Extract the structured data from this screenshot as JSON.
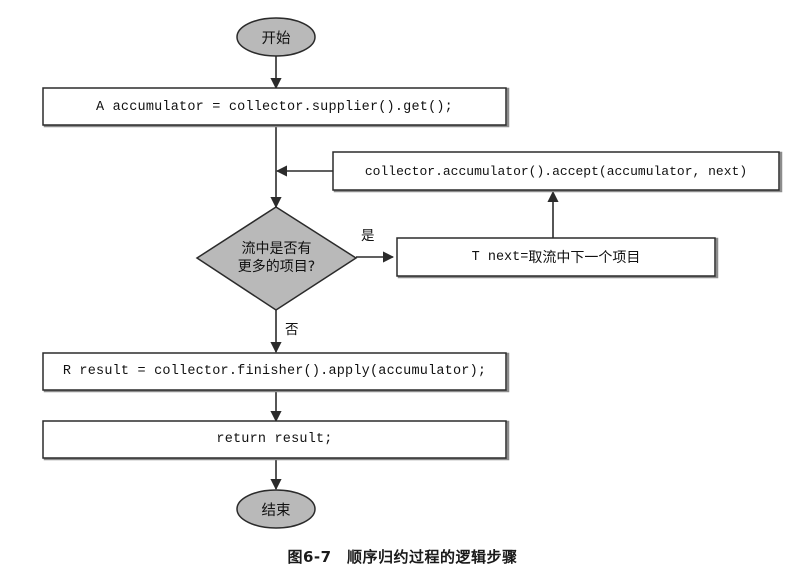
{
  "figure": {
    "caption": "图6-7　顺序归约过程的逻辑步骤",
    "colors": {
      "terminal_fill": "#b9b9b9",
      "decision_fill": "#b9b9b9",
      "process_fill": "#ffffff",
      "stroke": "#2b2b2b",
      "shadow": "#8c8c8c",
      "text": "#111111",
      "background": "#ffffff"
    }
  },
  "nodes": {
    "start": {
      "shape": "ellipse",
      "label": "开始"
    },
    "supplier": {
      "shape": "process",
      "label": "A accumulator = collector.supplier().get();"
    },
    "accumulate": {
      "shape": "process",
      "label": "collector.accumulator().accept(accumulator, next)"
    },
    "decision": {
      "shape": "diamond",
      "line1": "流中是否有",
      "line2": "更多的项目?"
    },
    "next_item": {
      "shape": "process",
      "label_code": "T next",
      "label_eq": " = ",
      "label_cn": "取流中下一个项目"
    },
    "finisher": {
      "shape": "process",
      "label": "R result = collector.finisher().apply(accumulator);"
    },
    "return": {
      "shape": "process",
      "label": "return result;"
    },
    "end": {
      "shape": "ellipse",
      "label": "结束"
    }
  },
  "edges": {
    "yes_label": "是",
    "no_label": "否"
  }
}
